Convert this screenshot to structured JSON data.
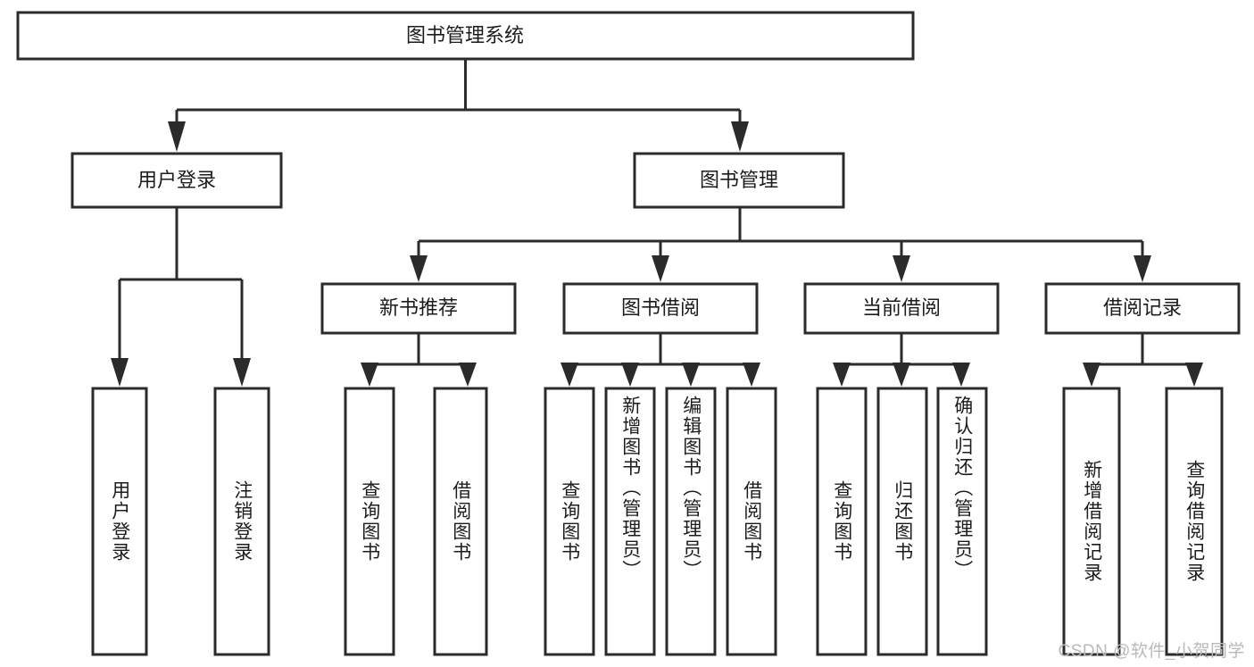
{
  "diagram": {
    "type": "tree-hierarchy-chart",
    "title": "图书管理系统",
    "background_color": "#ffffff",
    "box_stroke_color": "#2b2b2b",
    "text_color": "#1c1c1c",
    "levels": {
      "root": {
        "label": "图书管理系统",
        "orientation": "horizontal"
      },
      "level2": [
        {
          "label": "用户登录",
          "orientation": "horizontal"
        },
        {
          "label": "图书管理",
          "orientation": "horizontal"
        }
      ],
      "level3": [
        {
          "label": "新书推荐",
          "orientation": "horizontal",
          "parent": "图书管理"
        },
        {
          "label": "图书借阅",
          "orientation": "horizontal",
          "parent": "图书管理"
        },
        {
          "label": "当前借阅",
          "orientation": "horizontal",
          "parent": "图书管理"
        },
        {
          "label": "借阅记录",
          "orientation": "horizontal",
          "parent": "图书管理"
        }
      ],
      "leaves": [
        {
          "label": "用户登录",
          "orientation": "vertical",
          "parent": "用户登录"
        },
        {
          "label": "注销登录",
          "orientation": "vertical",
          "parent": "用户登录"
        },
        {
          "label": "查询图书",
          "orientation": "vertical",
          "parent": "新书推荐"
        },
        {
          "label": "借阅图书",
          "orientation": "vertical",
          "parent": "新书推荐"
        },
        {
          "label": "查询图书",
          "orientation": "vertical",
          "parent": "图书借阅"
        },
        {
          "label": "新增图书（管理员）",
          "orientation": "vertical",
          "parent": "图书借阅"
        },
        {
          "label": "编辑图书（管理员）",
          "orientation": "vertical",
          "parent": "图书借阅"
        },
        {
          "label": "借阅图书",
          "orientation": "vertical",
          "parent": "图书借阅"
        },
        {
          "label": "查询图书",
          "orientation": "vertical",
          "parent": "当前借阅"
        },
        {
          "label": "归还图书",
          "orientation": "vertical",
          "parent": "当前借阅"
        },
        {
          "label": "确认归还（管理员）",
          "orientation": "vertical",
          "parent": "当前借阅"
        },
        {
          "label": "新增借阅记录",
          "orientation": "vertical",
          "parent": "借阅记录"
        },
        {
          "label": "查询借阅记录",
          "orientation": "vertical",
          "parent": "借阅记录"
        }
      ]
    }
  },
  "watermark": {
    "text": "CSDN @软件_小贺同学"
  }
}
